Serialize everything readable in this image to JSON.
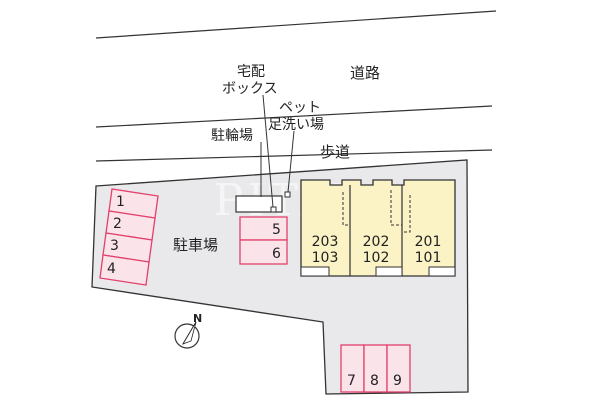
{
  "labels": {
    "road": "道路",
    "sidewalk": "歩道",
    "delivery_box_line1": "宅配",
    "delivery_box_line2": "ボックス",
    "pet_wash_line1": "ペット",
    "pet_wash_line2": "足洗い場",
    "bicycle_parking": "駐輪場",
    "car_parking": "駐車場",
    "watermark": "PITAT"
  },
  "parking_spaces": {
    "left_column": [
      "1",
      "2",
      "3",
      "4"
    ],
    "center_column": [
      "5",
      "6"
    ],
    "bottom_row": [
      "7",
      "8",
      "9"
    ]
  },
  "units": [
    {
      "upper": "203",
      "lower": "103"
    },
    {
      "upper": "202",
      "lower": "102"
    },
    {
      "upper": "201",
      "lower": "101"
    }
  ],
  "compass": {
    "label": "N"
  },
  "colors": {
    "lot": "#e9e9eb",
    "parking_fill": "#fbe3ea",
    "parking_border": "#e2416b",
    "building": "#fbf2c5",
    "outline": "#333333"
  }
}
